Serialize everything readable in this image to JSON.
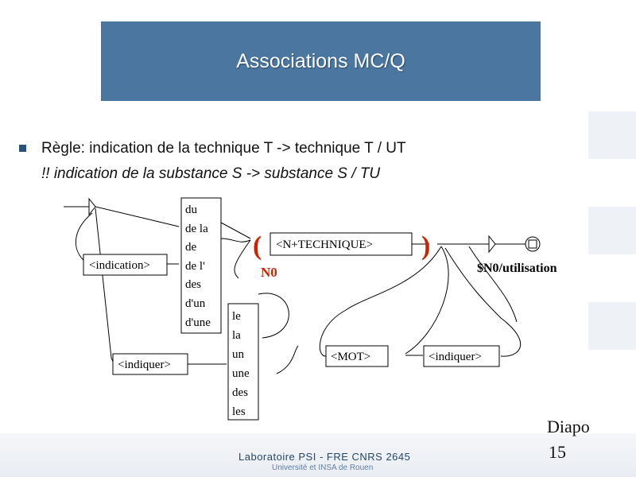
{
  "title": "Associations MC/Q",
  "rule": {
    "line1": "Règle: indication de la technique T -> technique T / UT",
    "line2": "!! indication de la substance S -> substance S / TU"
  },
  "graph": {
    "indication_box": "<indication>",
    "indiquer_box_left": "<indiquer>",
    "determiners": [
      "du",
      "de la",
      "de",
      "de l'",
      "des",
      "d'un",
      "d'une"
    ],
    "articles": [
      "le",
      "la",
      "un",
      "une",
      "des",
      "les"
    ],
    "technique_box": "<N+TECHNIQUE>",
    "open_paren": "(",
    "close_paren": ")",
    "var_name": "N0",
    "mot_box": "<MOT>",
    "indiquer_box_right": "<indiquer>",
    "output_label": "$N0/utilisation"
  },
  "footer": {
    "lab": "Laboratoire PSI - FRE CNRS 2645",
    "university": "Université et INSA de Rouen"
  },
  "slide": {
    "word": "Diapo",
    "number": "15"
  },
  "colors": {
    "title_bg": "#4a76a0",
    "accent_red": "#cc2200",
    "bullet": "#2a4f78"
  }
}
